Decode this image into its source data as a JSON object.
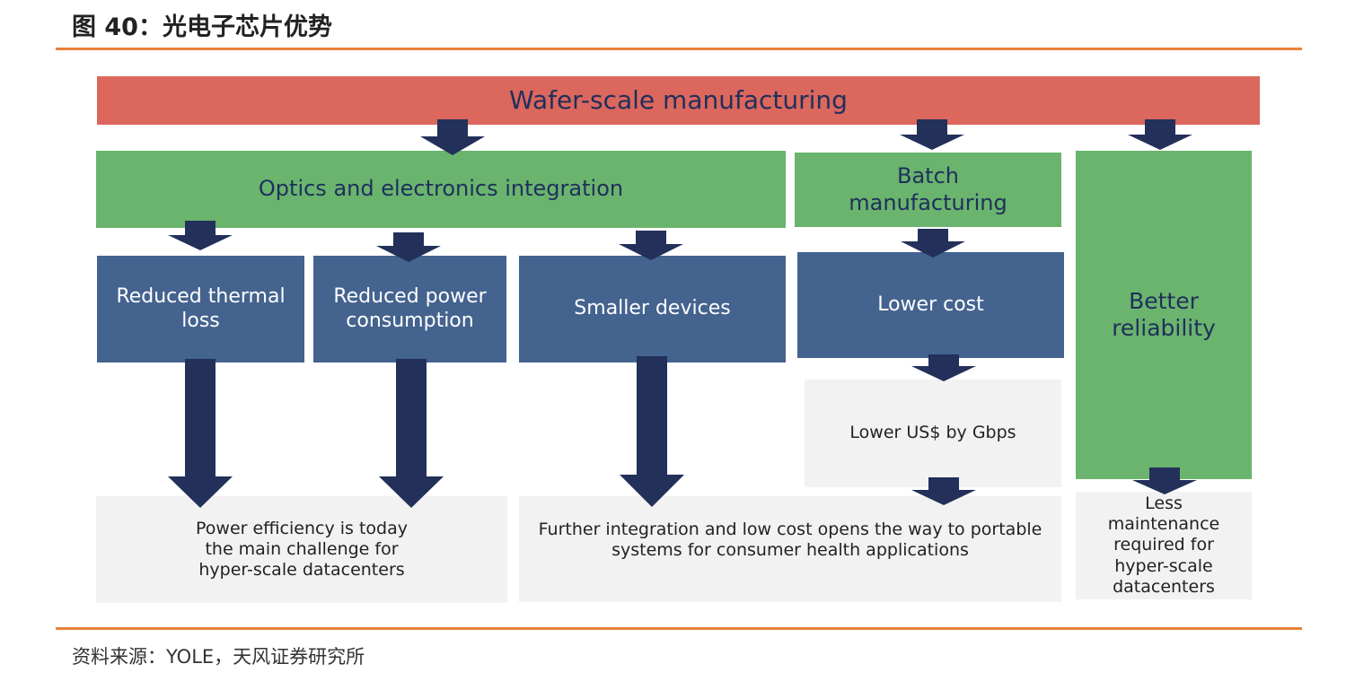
{
  "header": {
    "title": "图 40：光电子芯片优势"
  },
  "footer": {
    "source": "资料来源：YOLE，天风证券研究所"
  },
  "diagram": {
    "top": "Wafer-scale manufacturing",
    "level2": {
      "optics": "Optics and electronics integration",
      "batch": "Batch manufacturing",
      "reliability": "Better reliability"
    },
    "level3": {
      "thermal": "Reduced thermal loss",
      "power": "Reduced power consumption",
      "smaller": "Smaller devices",
      "cost": "Lower cost"
    },
    "gbps": "Lower US$ by Gbps",
    "outcomes": {
      "power_efficiency": "Power efficiency is today the main challenge for hyper-scale datacenters",
      "portable": "Further integration and low cost opens the way to portable systems for consumer health applications",
      "maintenance": "Less maintenance required for hyper-scale datacenters"
    },
    "colors": {
      "top": "#dc675d",
      "level2": "#6ab46e",
      "level3": "#44638f",
      "outcome": "#f2f2f2",
      "arrow": "#22305a",
      "rule": "#e8833a"
    }
  }
}
